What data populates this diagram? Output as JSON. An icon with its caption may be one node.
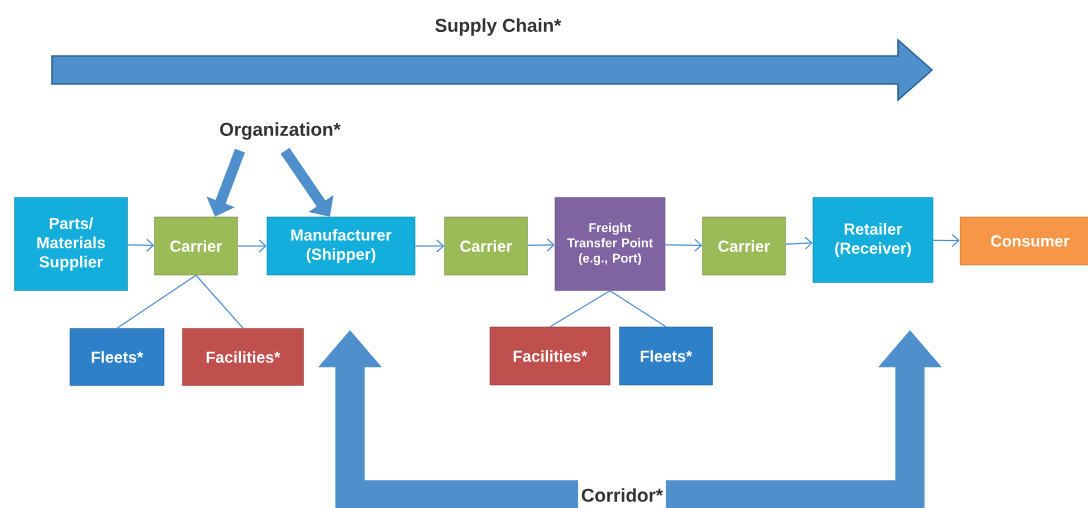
{
  "diagram": {
    "nodes": [
      {
        "text": [
          "Parts/ Materials Supplier"
        ]
      },
      {
        "text": [
          "Carrier"
        ]
      },
      {
        "text": [
          "Manufacturer (Shipper)"
        ]
      },
      {
        "text": [
          "Carrier"
        ]
      },
      {
        "text": [
          "Freight Transfer Point (e.g., Port)"
        ]
      },
      {
        "text": [
          "Carrier"
        ]
      },
      {
        "text": [
          "Retailer (Receiver)"
        ]
      },
      {
        "text": [
          "Consumer"
        ]
      },
      {
        "text": [
          "Fleets*"
        ]
      },
      {
        "text": [
          "Facilities*"
        ]
      },
      {
        "text": [
          "Facilities*"
        ]
      },
      {
        "text": [
          "Fleets*"
        ]
      },
      {
        "text": [
          "Organization*"
        ]
      },
      {
        "text": [
          "Corridor*"
        ]
      }
    ],
    "edges": [
      {
        "from": 0,
        "to": 1,
        "arrow": "to"
      },
      {
        "from": 1,
        "to": 2,
        "arrow": "to"
      },
      {
        "from": 2,
        "to": 3,
        "arrow": "to"
      },
      {
        "from": 3,
        "to": 4,
        "arrow": "to"
      },
      {
        "from": 4,
        "to": 5,
        "arrow": "to"
      },
      {
        "from": 5,
        "to": 6,
        "arrow": "to"
      },
      {
        "from": 6,
        "to": 7,
        "arrow": "to"
      },
      {
        "from": 1,
        "to": 8,
        "arrow": "none"
      },
      {
        "from": 1,
        "to": 9,
        "arrow": "none"
      },
      {
        "from": 4,
        "to": 10,
        "arrow": "none"
      },
      {
        "from": 4,
        "to": 11,
        "arrow": "none"
      },
      {
        "from": 12,
        "to": 1,
        "arrow": "to",
        "style": "thick"
      },
      {
        "from": 12,
        "to": 2,
        "arrow": "to",
        "style": "thick"
      },
      {
        "from": 13,
        "to": null,
        "arrow": "to",
        "style": "thick"
      },
      {
        "from": 13,
        "to": null,
        "arrow": "to",
        "style": "thick"
      }
    ],
    "labels": [
      "Supply Chain*"
    ]
  }
}
